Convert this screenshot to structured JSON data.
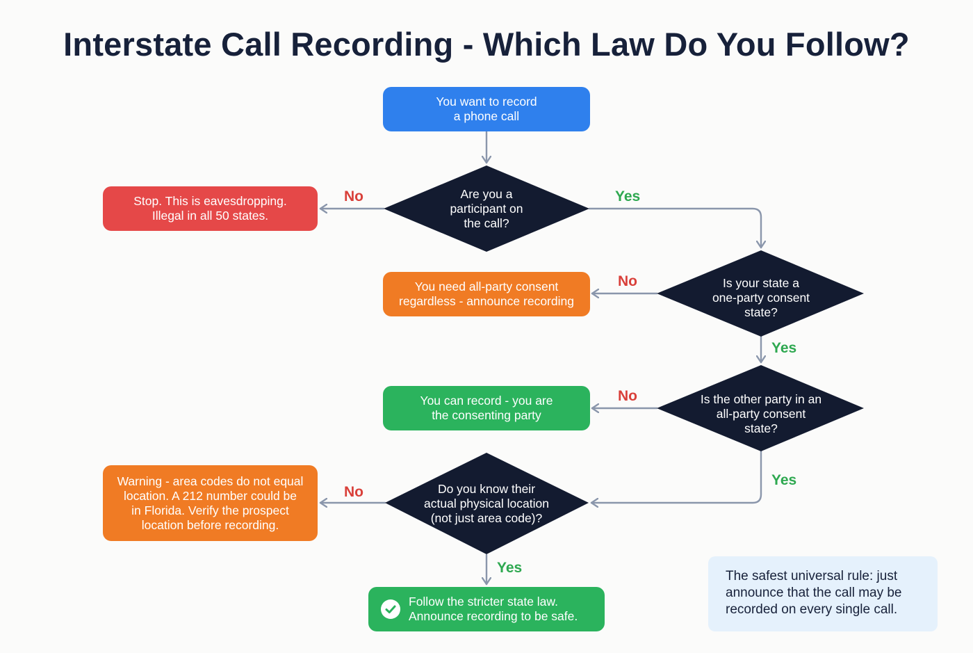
{
  "title": "Interstate Call Recording - Which Law Do You Follow?",
  "nodes": {
    "start": "You want to record\na phone call",
    "q_participant": "Are you a\nparticipant on\nthe call?",
    "stop": "Stop. This is eavesdropping.\nIllegal in all 50 states.",
    "q_one_party": "Is your state a\none-party consent\nstate?",
    "need_all_party": "You need all-party consent\nregardless - announce recording",
    "q_other_party": "Is the other party in an\nall-party consent\nstate?",
    "can_record": "You can record - you are\nthe consenting party",
    "q_location": "Do you know their\nactual physical location\n(not just area code)?",
    "warning": "Warning - area codes do not equal\nlocation. A 212 number could be\nin Florida. Verify the prospect\nlocation before recording.",
    "final": "Follow the stricter state law.\nAnnounce recording to be safe."
  },
  "labels": {
    "no1": "No",
    "yes1": "Yes",
    "no2": "No",
    "yes2": "Yes",
    "no3": "No",
    "yes3": "Yes",
    "no4": "No",
    "yes4": "Yes"
  },
  "tip": "The safest universal rule: just\nannounce that the call may be\nrecorded on every single call.",
  "colors": {
    "action": "#2f80ed",
    "decision": "#131b30",
    "stop": "#e54848",
    "caution": "#f07b24",
    "ok": "#2bb35d",
    "no_label": "#d9403a",
    "yes_label": "#2ea850",
    "connector": "#8a96ab",
    "tip_background": "#e5f1fc"
  }
}
